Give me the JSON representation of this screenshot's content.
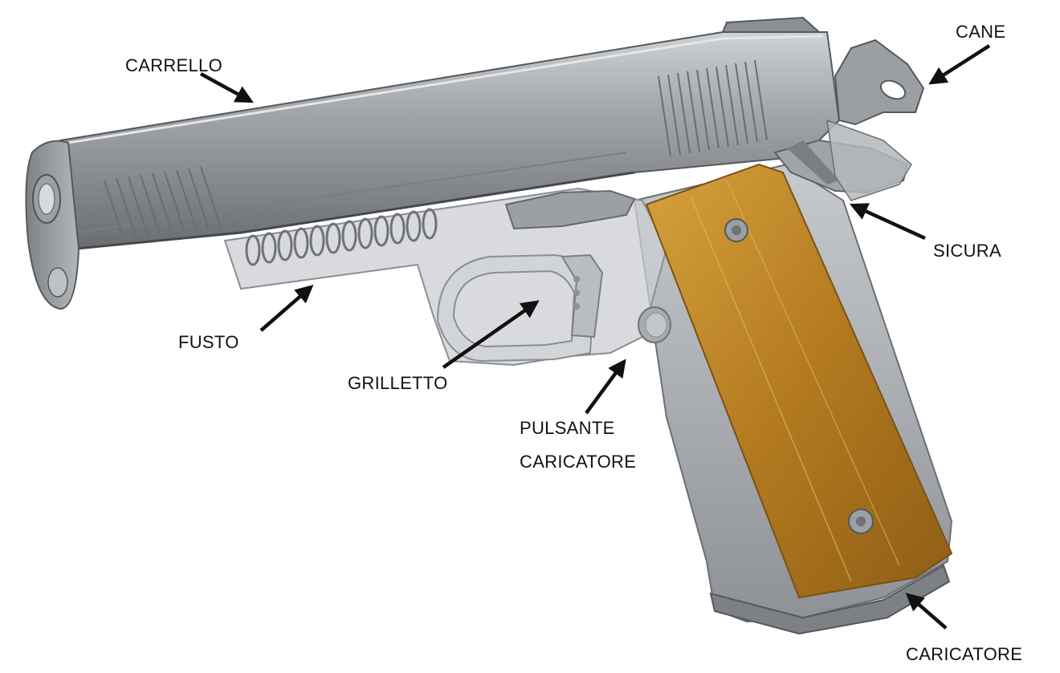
{
  "labels": {
    "carrello": "CARRELLO",
    "cane": "CANE",
    "sicura": "SICURA",
    "fusto": "FUSTO",
    "grilletto": "GRILLETTO",
    "pulsante_line1": "PULSANTE",
    "pulsante_line2": "CARICATORE",
    "caricatore": "CARICATORE"
  },
  "colors": {
    "steel_light": "#b9bcc0",
    "steel_mid": "#8d9095",
    "steel_dark": "#5d6065",
    "grip_wood": "#c38a2a",
    "arrow": "#111111"
  }
}
